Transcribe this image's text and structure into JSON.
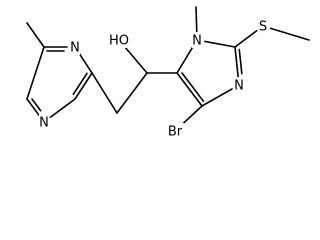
{
  "structure": {
    "atoms": [
      {
        "id": "methyl_pyrazine"
      },
      {
        "id": "c_pyr_top"
      },
      {
        "id": "n_pyr_top",
        "label": "N"
      },
      {
        "id": "c_pyr_attach"
      },
      {
        "id": "c_pyr_bottom"
      },
      {
        "id": "n_pyr_bottom",
        "label": "N"
      },
      {
        "id": "c_pyr_left"
      },
      {
        "id": "ch2"
      },
      {
        "id": "choh"
      },
      {
        "id": "oh",
        "label": "HO"
      },
      {
        "id": "c5_imid"
      },
      {
        "id": "n1_imid",
        "label": "N"
      },
      {
        "id": "n_methyl"
      },
      {
        "id": "c2_imid"
      },
      {
        "id": "s",
        "label": "S"
      },
      {
        "id": "s_methyl"
      },
      {
        "id": "n3_imid",
        "label": "N"
      },
      {
        "id": "c4_imid"
      },
      {
        "id": "br",
        "label": "Br"
      }
    ],
    "bonds": [
      {
        "a": "methyl_pyrazine",
        "b": "c_pyr_top",
        "order": 1
      },
      {
        "a": "c_pyr_top",
        "b": "n_pyr_top",
        "order": 2
      },
      {
        "a": "n_pyr_top",
        "b": "c_pyr_attach",
        "order": 1
      },
      {
        "a": "c_pyr_attach",
        "b": "c_pyr_bottom",
        "order": 2
      },
      {
        "a": "c_pyr_bottom",
        "b": "n_pyr_bottom",
        "order": 1
      },
      {
        "a": "n_pyr_bottom",
        "b": "c_pyr_left",
        "order": 2
      },
      {
        "a": "c_pyr_left",
        "b": "c_pyr_top",
        "order": 1
      },
      {
        "a": "c_pyr_attach",
        "b": "ch2",
        "order": 1
      },
      {
        "a": "ch2",
        "b": "choh",
        "order": 1
      },
      {
        "a": "choh",
        "b": "oh",
        "order": 1
      },
      {
        "a": "choh",
        "b": "c5_imid",
        "order": 1
      },
      {
        "a": "c5_imid",
        "b": "n1_imid",
        "order": 1
      },
      {
        "a": "n1_imid",
        "b": "n_methyl",
        "order": 1
      },
      {
        "a": "n1_imid",
        "b": "c2_imid",
        "order": 1
      },
      {
        "a": "c2_imid",
        "b": "s",
        "order": 1
      },
      {
        "a": "s",
        "b": "s_methyl",
        "order": 1
      },
      {
        "a": "c2_imid",
        "b": "n3_imid",
        "order": 2
      },
      {
        "a": "n3_imid",
        "b": "c4_imid",
        "order": 1
      },
      {
        "a": "c4_imid",
        "b": "c5_imid",
        "order": 2
      },
      {
        "a": "c4_imid",
        "b": "br",
        "order": 1
      }
    ]
  }
}
